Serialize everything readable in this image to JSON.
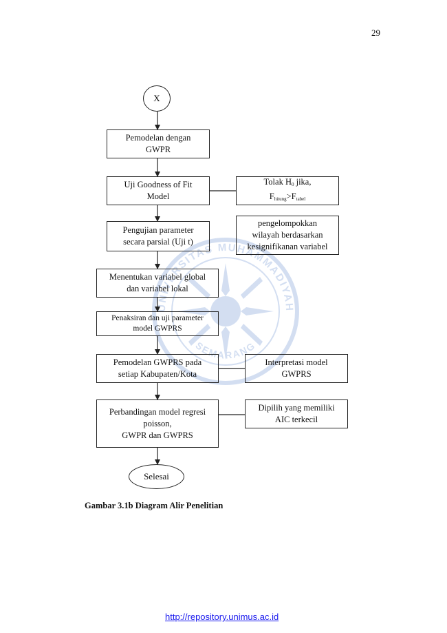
{
  "page_number": "29",
  "start_connector": "X",
  "steps": {
    "pemodelan_gwpr": [
      "Pemodelan dengan",
      "GWPR"
    ],
    "goodness_of_fit": [
      "Uji Goodness of Fit",
      "Model"
    ],
    "uji_parsial": [
      "Pengujian parameter",
      "secara parsial (Uji t)"
    ],
    "variabel_global_lokal": [
      "Menentukan variabel global",
      "dan variabel lokal"
    ],
    "penaksiran_gwprs": [
      "Penaksiran dan uji parameter",
      "model GWPRS"
    ],
    "pemodelan_gwprs": [
      "Pemodelan GWPRS pada",
      "setiap Kabupaten/Kota"
    ],
    "perbandingan": [
      "Perbandingan model regresi",
      "poisson,",
      "GWPR dan GWPRS"
    ]
  },
  "notes": {
    "tolak_h0": {
      "line1_prefix": "Tolak H",
      "line1_sub": "0",
      "line1_suffix": " jika,",
      "line2_a": "F",
      "line2_a_sub": "hitung",
      "line2_op": ">",
      "line2_b": "F",
      "line2_b_sub": "tabel"
    },
    "pengelompokkan": [
      "pengelompokkan",
      "wilayah berdasarkan",
      "kesignifikanan variabel"
    ],
    "interpretasi": [
      "Interpretasi model",
      "GWPRS"
    ],
    "dipilih": [
      "Dipilih yang memiliki",
      "AIC terkecil"
    ]
  },
  "end_terminal": "Selesai",
  "caption": "Gambar 3.1b Diagram Alir Penelitian",
  "footer_link": "http://repository.unimus.ac.id",
  "watermark_texts": {
    "top": "UNIVERSITAS MUHAMMADIYAH",
    "bottom": "SEMARANG"
  },
  "colors": {
    "line": "#222222",
    "link": "#1a1aee",
    "watermark": "#3a6fc4"
  }
}
